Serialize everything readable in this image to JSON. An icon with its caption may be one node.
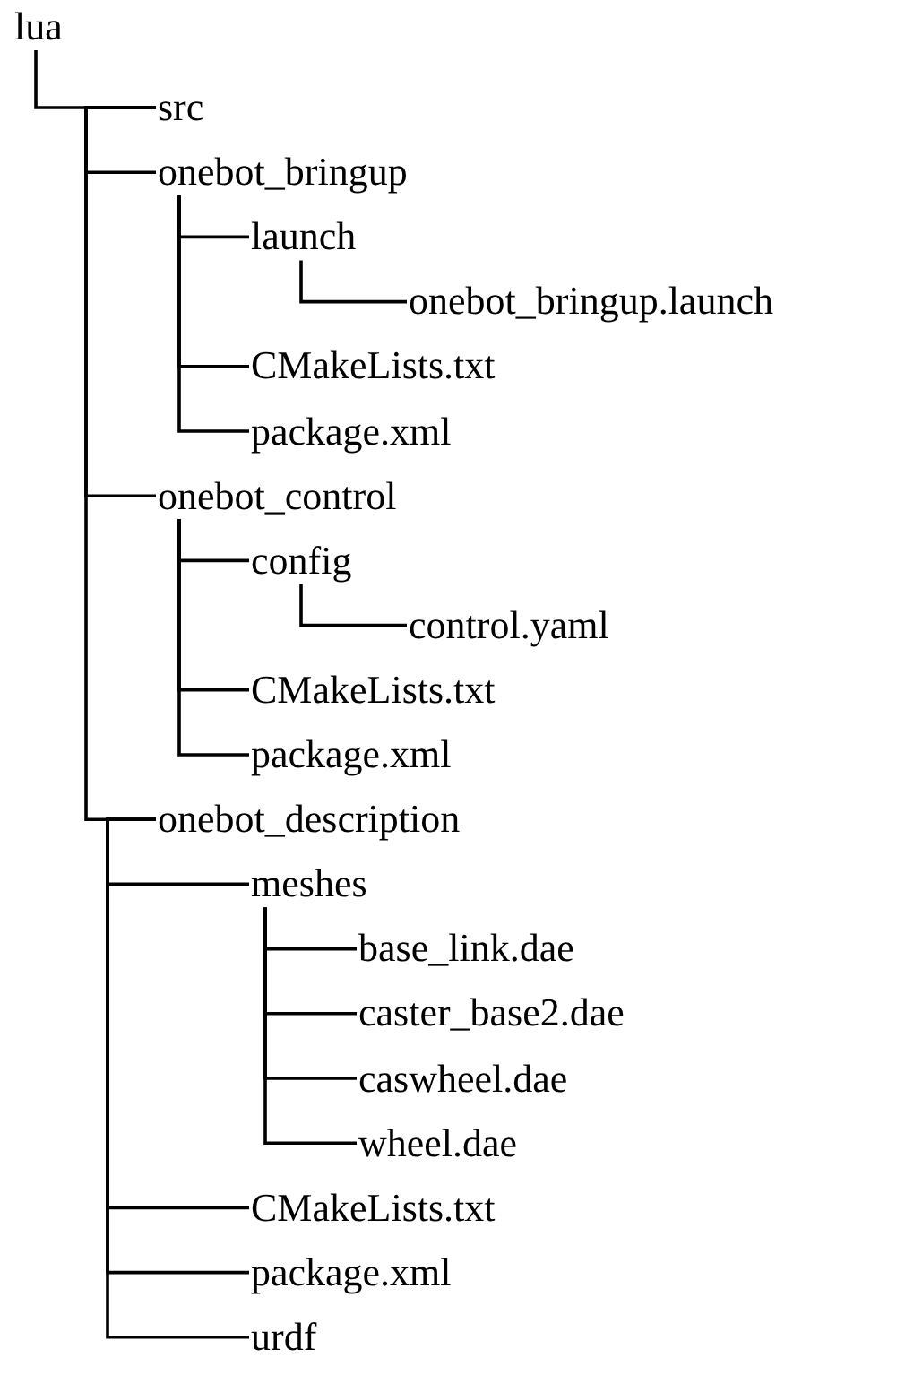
{
  "diagram": {
    "nodes": [
      {
        "text": [
          "lua"
        ]
      },
      {
        "text": [
          "src"
        ]
      },
      {
        "text": [
          "onebot_bringup"
        ]
      },
      {
        "text": [
          "launch"
        ]
      },
      {
        "text": [
          "onebot_bringup.launch"
        ]
      },
      {
        "text": [
          "CMakeLists.txt"
        ]
      },
      {
        "text": [
          "package.xml"
        ]
      },
      {
        "text": [
          "onebot_control"
        ]
      },
      {
        "text": [
          "config"
        ]
      },
      {
        "text": [
          "control.yaml"
        ]
      },
      {
        "text": [
          "CMakeLists.txt"
        ]
      },
      {
        "text": [
          "package.xml"
        ]
      },
      {
        "text": [
          "onebot_description"
        ]
      },
      {
        "text": [
          "meshes"
        ]
      },
      {
        "text": [
          "base_link.dae"
        ]
      },
      {
        "text": [
          "caster_base2.dae"
        ]
      },
      {
        "text": [
          "caswheel.dae"
        ]
      },
      {
        "text": [
          "wheel.dae"
        ]
      },
      {
        "text": [
          "CMakeLists.txt"
        ]
      },
      {
        "text": [
          "package.xml"
        ]
      },
      {
        "text": [
          "urdf"
        ]
      }
    ],
    "edges": [
      {
        "from": 0,
        "to": 1,
        "arrow": "none"
      },
      {
        "from": 1,
        "to": 2,
        "arrow": "none"
      },
      {
        "from": 2,
        "to": 3,
        "arrow": "none"
      },
      {
        "from": 3,
        "to": 4,
        "arrow": "none"
      },
      {
        "from": 2,
        "to": 5,
        "arrow": "none"
      },
      {
        "from": 2,
        "to": 6,
        "arrow": "none"
      },
      {
        "from": 1,
        "to": 7,
        "arrow": "none"
      },
      {
        "from": 7,
        "to": 8,
        "arrow": "none"
      },
      {
        "from": 8,
        "to": 9,
        "arrow": "none"
      },
      {
        "from": 7,
        "to": 10,
        "arrow": "none"
      },
      {
        "from": 7,
        "to": 11,
        "arrow": "none"
      },
      {
        "from": 1,
        "to": 12,
        "arrow": "none"
      },
      {
        "from": 12,
        "to": 13,
        "arrow": "none"
      },
      {
        "from": 13,
        "to": 14,
        "arrow": "none"
      },
      {
        "from": 13,
        "to": 15,
        "arrow": "none"
      },
      {
        "from": 13,
        "to": 16,
        "arrow": "none"
      },
      {
        "from": 13,
        "to": 17,
        "arrow": "none"
      },
      {
        "from": 12,
        "to": 18,
        "arrow": "none"
      },
      {
        "from": 12,
        "to": 19,
        "arrow": "none"
      },
      {
        "from": 12,
        "to": 20,
        "arrow": "none"
      }
    ]
  }
}
